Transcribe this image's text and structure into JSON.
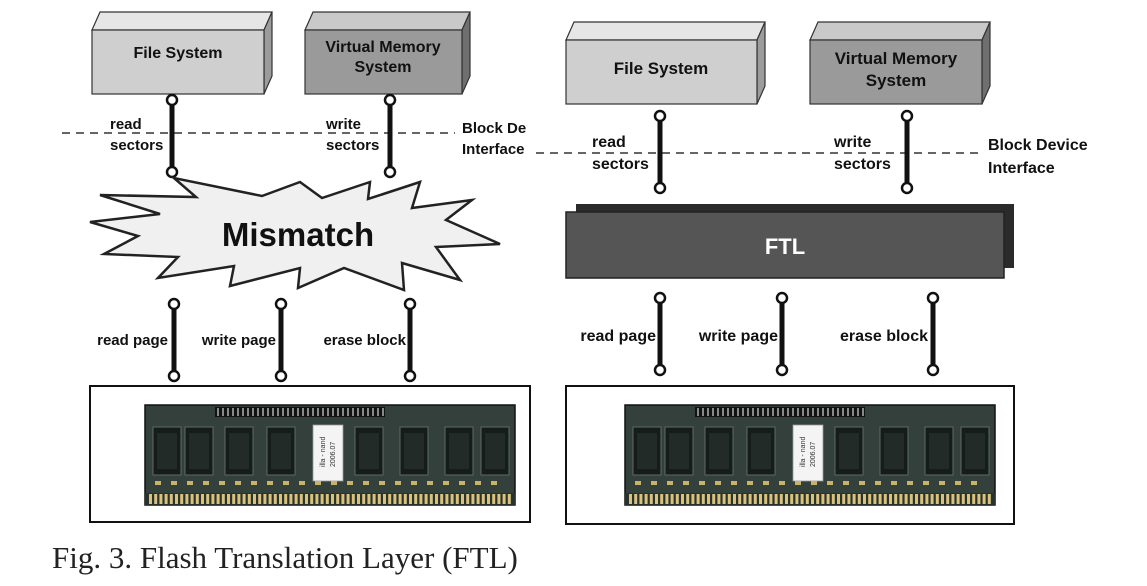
{
  "left": {
    "fs_label": "File System",
    "vm_line1": "Virtual Memory",
    "vm_line2": "System",
    "read_l1": "read",
    "read_l2": "sectors",
    "write_l1": "write",
    "write_l2": "sectors",
    "bdi_l1": "Block De",
    "bdi_l2": "Interface",
    "mismatch": "Mismatch",
    "read_page": "read page",
    "write_page": "write page",
    "erase_block": "erase block"
  },
  "right": {
    "fs_label": "File System",
    "vm_line1": "Virtual Memory",
    "vm_line2": "System",
    "read_l1": "read",
    "read_l2": "sectors",
    "write_l1": "write",
    "write_l2": "sectors",
    "bdi_l1": "Block Device",
    "bdi_l2": "Interface",
    "ftl": "FTL",
    "read_page": "read page",
    "write_page": "write page",
    "erase_block": "erase block"
  },
  "chip": {
    "sticker_l1": "illa - nand",
    "sticker_l2": "2006.07"
  },
  "caption": "Fig. 3.  Flash Translation Layer (FTL)",
  "colors": {
    "box_light": "#cfcfcf",
    "box_dark": "#9a9a9a",
    "ftl": "#555555",
    "pcb": "#2f3a36"
  }
}
